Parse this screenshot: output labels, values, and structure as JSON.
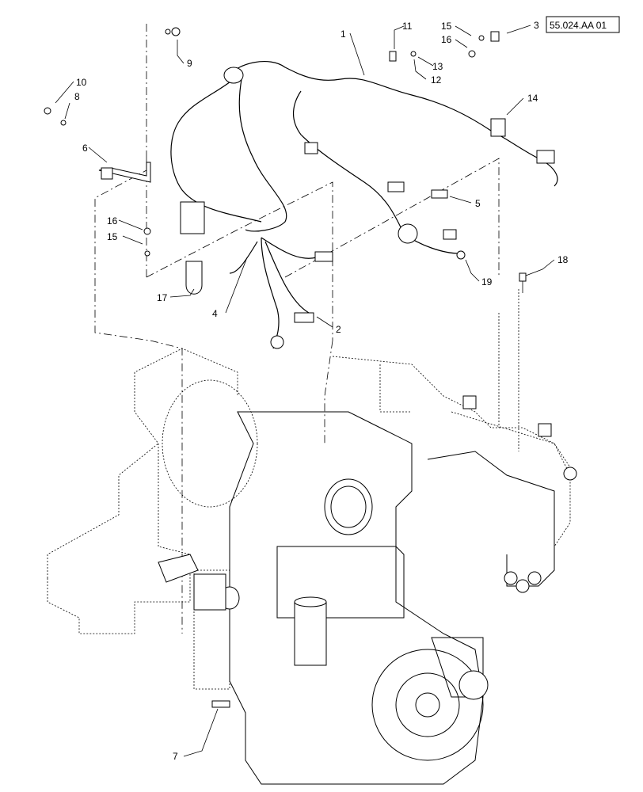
{
  "reference": "55.024.AA 01",
  "callouts": {
    "c1": "1",
    "c2": "2",
    "c3": "3",
    "c4": "4",
    "c5": "5",
    "c6": "6",
    "c7": "7",
    "c8": "8",
    "c9": "9",
    "c10": "10",
    "c11": "11",
    "c12": "12",
    "c13": "13",
    "c14": "14",
    "c15a": "15",
    "c15b": "15",
    "c16a": "16",
    "c16b": "16",
    "c17": "17",
    "c18": "18",
    "c19": "19"
  }
}
